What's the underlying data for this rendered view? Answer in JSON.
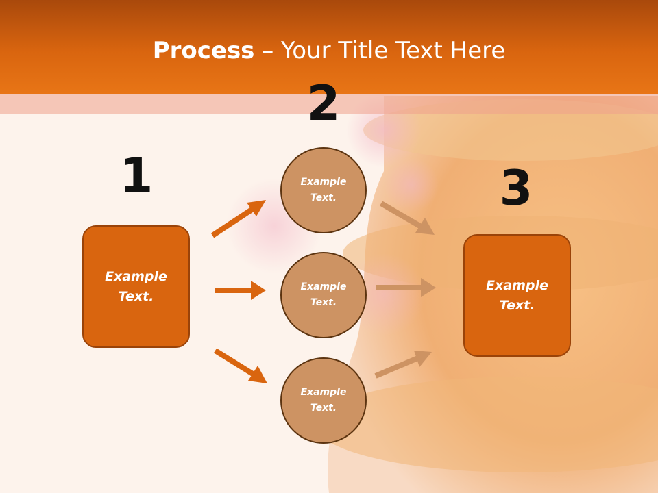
{
  "slide": {
    "title_bold": "Process",
    "title_rest": " – Your Title Text Here"
  },
  "steps": {
    "one": {
      "number": "1",
      "line1": "Example",
      "line2": "Text."
    },
    "two": {
      "number": "2"
    },
    "three": {
      "number": "3",
      "line1": "Example",
      "line2": "Text."
    }
  },
  "circles": [
    {
      "line1": "Example",
      "line2": "Text."
    },
    {
      "line1": "Example",
      "line2": "Text."
    },
    {
      "line1": "Example",
      "line2": "Text."
    }
  ],
  "colors": {
    "header": "#d9650f",
    "box": "#d9650f",
    "circle": "#cd9363",
    "arrow_left": "#d9650f",
    "arrow_right": "#cd9363"
  }
}
